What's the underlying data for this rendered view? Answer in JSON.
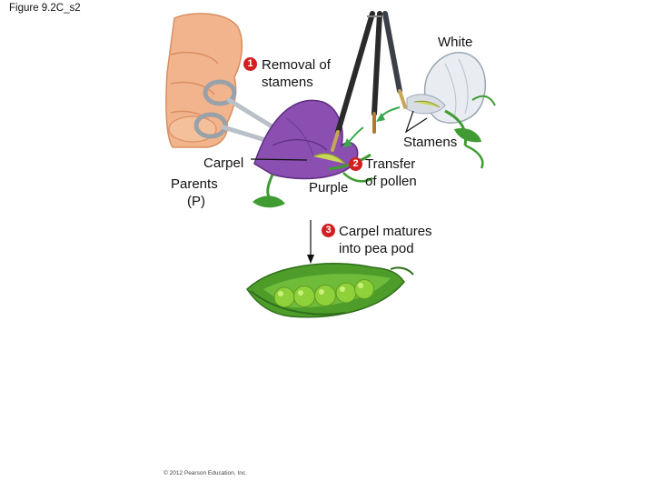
{
  "figure_label": "Figure 9.2C_s2",
  "labels": {
    "white": "White",
    "purple": "Purple",
    "stamens": "Stamens",
    "carpel": "Carpel",
    "parents_line1": "Parents",
    "parents_line2": "(P)"
  },
  "steps": [
    {
      "number": "1",
      "line1": "Removal of",
      "line2": "stamens"
    },
    {
      "number": "2",
      "line1": "Transfer",
      "line2": "of pollen"
    },
    {
      "number": "3",
      "line1": "Carpel matures",
      "line2": "into pea pod"
    }
  ],
  "copyright": "© 2012 Pearson Education, Inc.",
  "colors": {
    "step_badge": "#d21f1f",
    "purple_flower": "#8a4fb0",
    "white_flower": "#e9edf2",
    "leaf_green": "#3f9b32",
    "pea_green": "#8fd13a",
    "skin": "#f2b48c",
    "arrow_green": "#3aa84a"
  }
}
